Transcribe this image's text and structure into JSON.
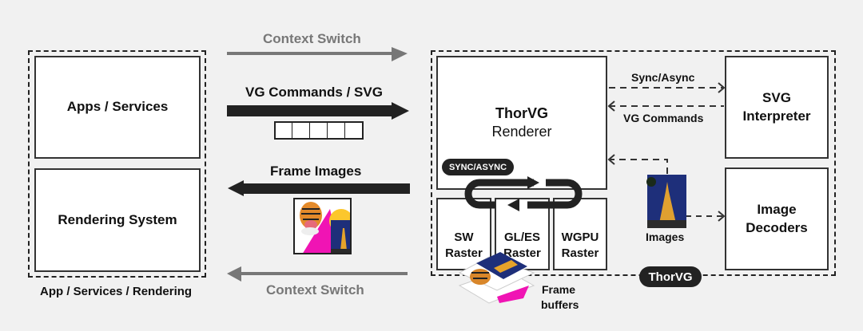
{
  "left_group": {
    "caption": "App / Services / Rendering",
    "apps_box": "Apps / Services",
    "rendering_box": "Rendering System"
  },
  "arrows": {
    "context_switch_top": "Context Switch",
    "vg_commands_svg": "VG Commands / SVG",
    "frame_images": "Frame Images",
    "context_switch_bottom": "Context Switch",
    "command_queue_slots": 5
  },
  "thorvg_group": {
    "badge": "ThorVG",
    "renderer_title": "ThorVG",
    "renderer_subtitle": "Renderer",
    "sync_badge": "SYNC/ASYNC",
    "rasters": [
      {
        "line1": "SW",
        "line2": "Raster"
      },
      {
        "line1": "GL/ES",
        "line2": "Raster"
      },
      {
        "line1": "WGPU",
        "line2": "Raster"
      }
    ],
    "svg_interpreter": {
      "line1": "SVG",
      "line2": "Interpreter"
    },
    "image_decoders": {
      "line1": "Image",
      "line2": "Decoders"
    },
    "sync_async_label": "Sync/Async",
    "vg_commands_label": "VG Commands",
    "images_label": "Images",
    "frame_buffers_line1": "Frame",
    "frame_buffers_line2": "buffers"
  },
  "colors": {
    "background": "#f1f1f1",
    "dark": "#222222",
    "gray_arrow": "#777777",
    "magenta": "#f014b4",
    "yellow": "#fcc72c",
    "night_blue": "#1e2f7a"
  }
}
